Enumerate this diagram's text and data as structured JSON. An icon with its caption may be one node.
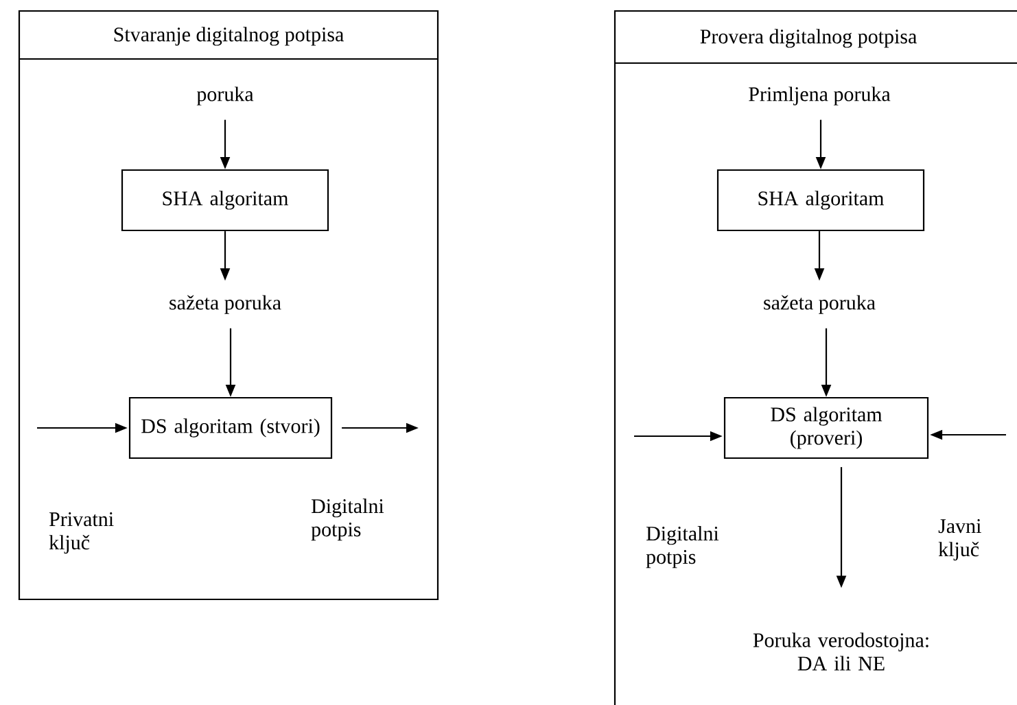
{
  "diagram": {
    "nodes": [
      {
        "text": [
          "Stvaranje digitalnog potpisa"
        ]
      },
      {
        "text": [
          "poruka"
        ],
        "in": 0
      },
      {
        "text": [
          "SHA algoritam"
        ],
        "in": 0
      },
      {
        "text": [
          "sažeta poruka"
        ],
        "in": 0
      },
      {
        "text": [
          "DS algoritam (stvori)"
        ],
        "in": 0
      },
      {
        "text": [
          "Provera digitalnog potpisa"
        ]
      },
      {
        "text": [
          "Primljena poruka"
        ],
        "in": 5
      },
      {
        "text": [
          "SHA algoritam"
        ],
        "in": 5
      },
      {
        "text": [
          "sažeta poruka"
        ],
        "in": 5
      },
      {
        "text": [
          "DS algoritam (proveri)"
        ],
        "in": 5
      },
      {
        "text": [
          "Poruka verodostojna: DA ili NE"
        ],
        "in": 5
      }
    ],
    "edges": [
      {
        "from": 1,
        "to": 2,
        "arrow": "to"
      },
      {
        "from": 2,
        "to": 3,
        "arrow": "to"
      },
      {
        "from": 3,
        "to": 4,
        "arrow": "to"
      },
      {
        "from": null,
        "to": 4,
        "arrow": "to"
      },
      {
        "from": 4,
        "to": null,
        "arrow": "to"
      },
      {
        "from": 6,
        "to": 7,
        "arrow": "to"
      },
      {
        "from": 7,
        "to": 8,
        "arrow": "to"
      },
      {
        "from": 8,
        "to": 9,
        "arrow": "to"
      },
      {
        "from": null,
        "to": 9,
        "arrow": "to"
      },
      {
        "from": null,
        "to": 9,
        "arrow": "to"
      },
      {
        "from": 9,
        "to": 10,
        "arrow": "to"
      }
    ],
    "labels": [
      "Privatni ključ",
      "Digitalni potpis",
      "Digitalni potpis",
      "Javni ključ"
    ]
  }
}
